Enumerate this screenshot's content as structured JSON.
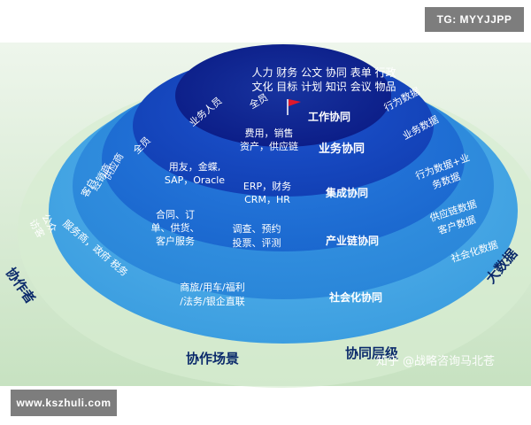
{
  "watermarks": {
    "top_right": "TG: MYYJJPP",
    "bottom_left": "www.kszhuli.com",
    "bottom_center": "知乎 @战略咨询马北苍"
  },
  "colors": {
    "background": "#ffffff",
    "base_gradient_top": "#e9f4e6",
    "base_gradient_bottom": "#c9e3c3",
    "ring_social": "#46a9e6",
    "ring_industry": "#2f8de0",
    "ring_integration": "#1e6fd6",
    "ring_business": "#1446c0",
    "ring_work": "#0d1f90",
    "text_dark": "#0b2a6b",
    "text_light": "#ffffff",
    "flag": "#e0182b"
  },
  "icons": {
    "flag": "red-flag-icon"
  },
  "diagram": {
    "outer": {
      "left_label": "协作者",
      "right_label": "大数据",
      "bottom_left_label": "协作场景",
      "bottom_right_label": "协同层级"
    },
    "levels": {
      "work": {
        "name": "工作协同",
        "top_line1": "人力 财务 公文 协同 表单 行政",
        "top_line2": "文化 目标 计划 知识 会议 物品",
        "left": "全员",
        "right": "行为数据"
      },
      "business": {
        "name": "业务协同",
        "left": "业务人员",
        "center": [
          "费用，销售",
          "资产，供应链"
        ],
        "right": "业务数据"
      },
      "integration": {
        "name": "集成协同",
        "left": "全员",
        "center_left": [
          "用友，金蝶,",
          "SAP，Oracle"
        ],
        "center_right": [
          "ERP，财务",
          "CRM，HR"
        ],
        "right": [
          "行为数据+业",
          "务数据"
        ]
      },
      "industry": {
        "name": "产业链协同",
        "left": [
          "供应商",
          "经销商",
          "客户"
        ],
        "center_left": [
          "合同、订",
          "单、供货、",
          "客户服务"
        ],
        "center_right": [
          "调查、预约",
          "投票、评测"
        ],
        "right": [
          "供应链数据",
          "客户数据"
        ]
      },
      "social": {
        "name": "社会化协同",
        "left": [
          "服务商，政府  税务",
          "公众",
          "访客"
        ],
        "center": [
          "商旅/用车/福利",
          "/法务/银企直联"
        ],
        "right": "社会化数据"
      }
    }
  }
}
